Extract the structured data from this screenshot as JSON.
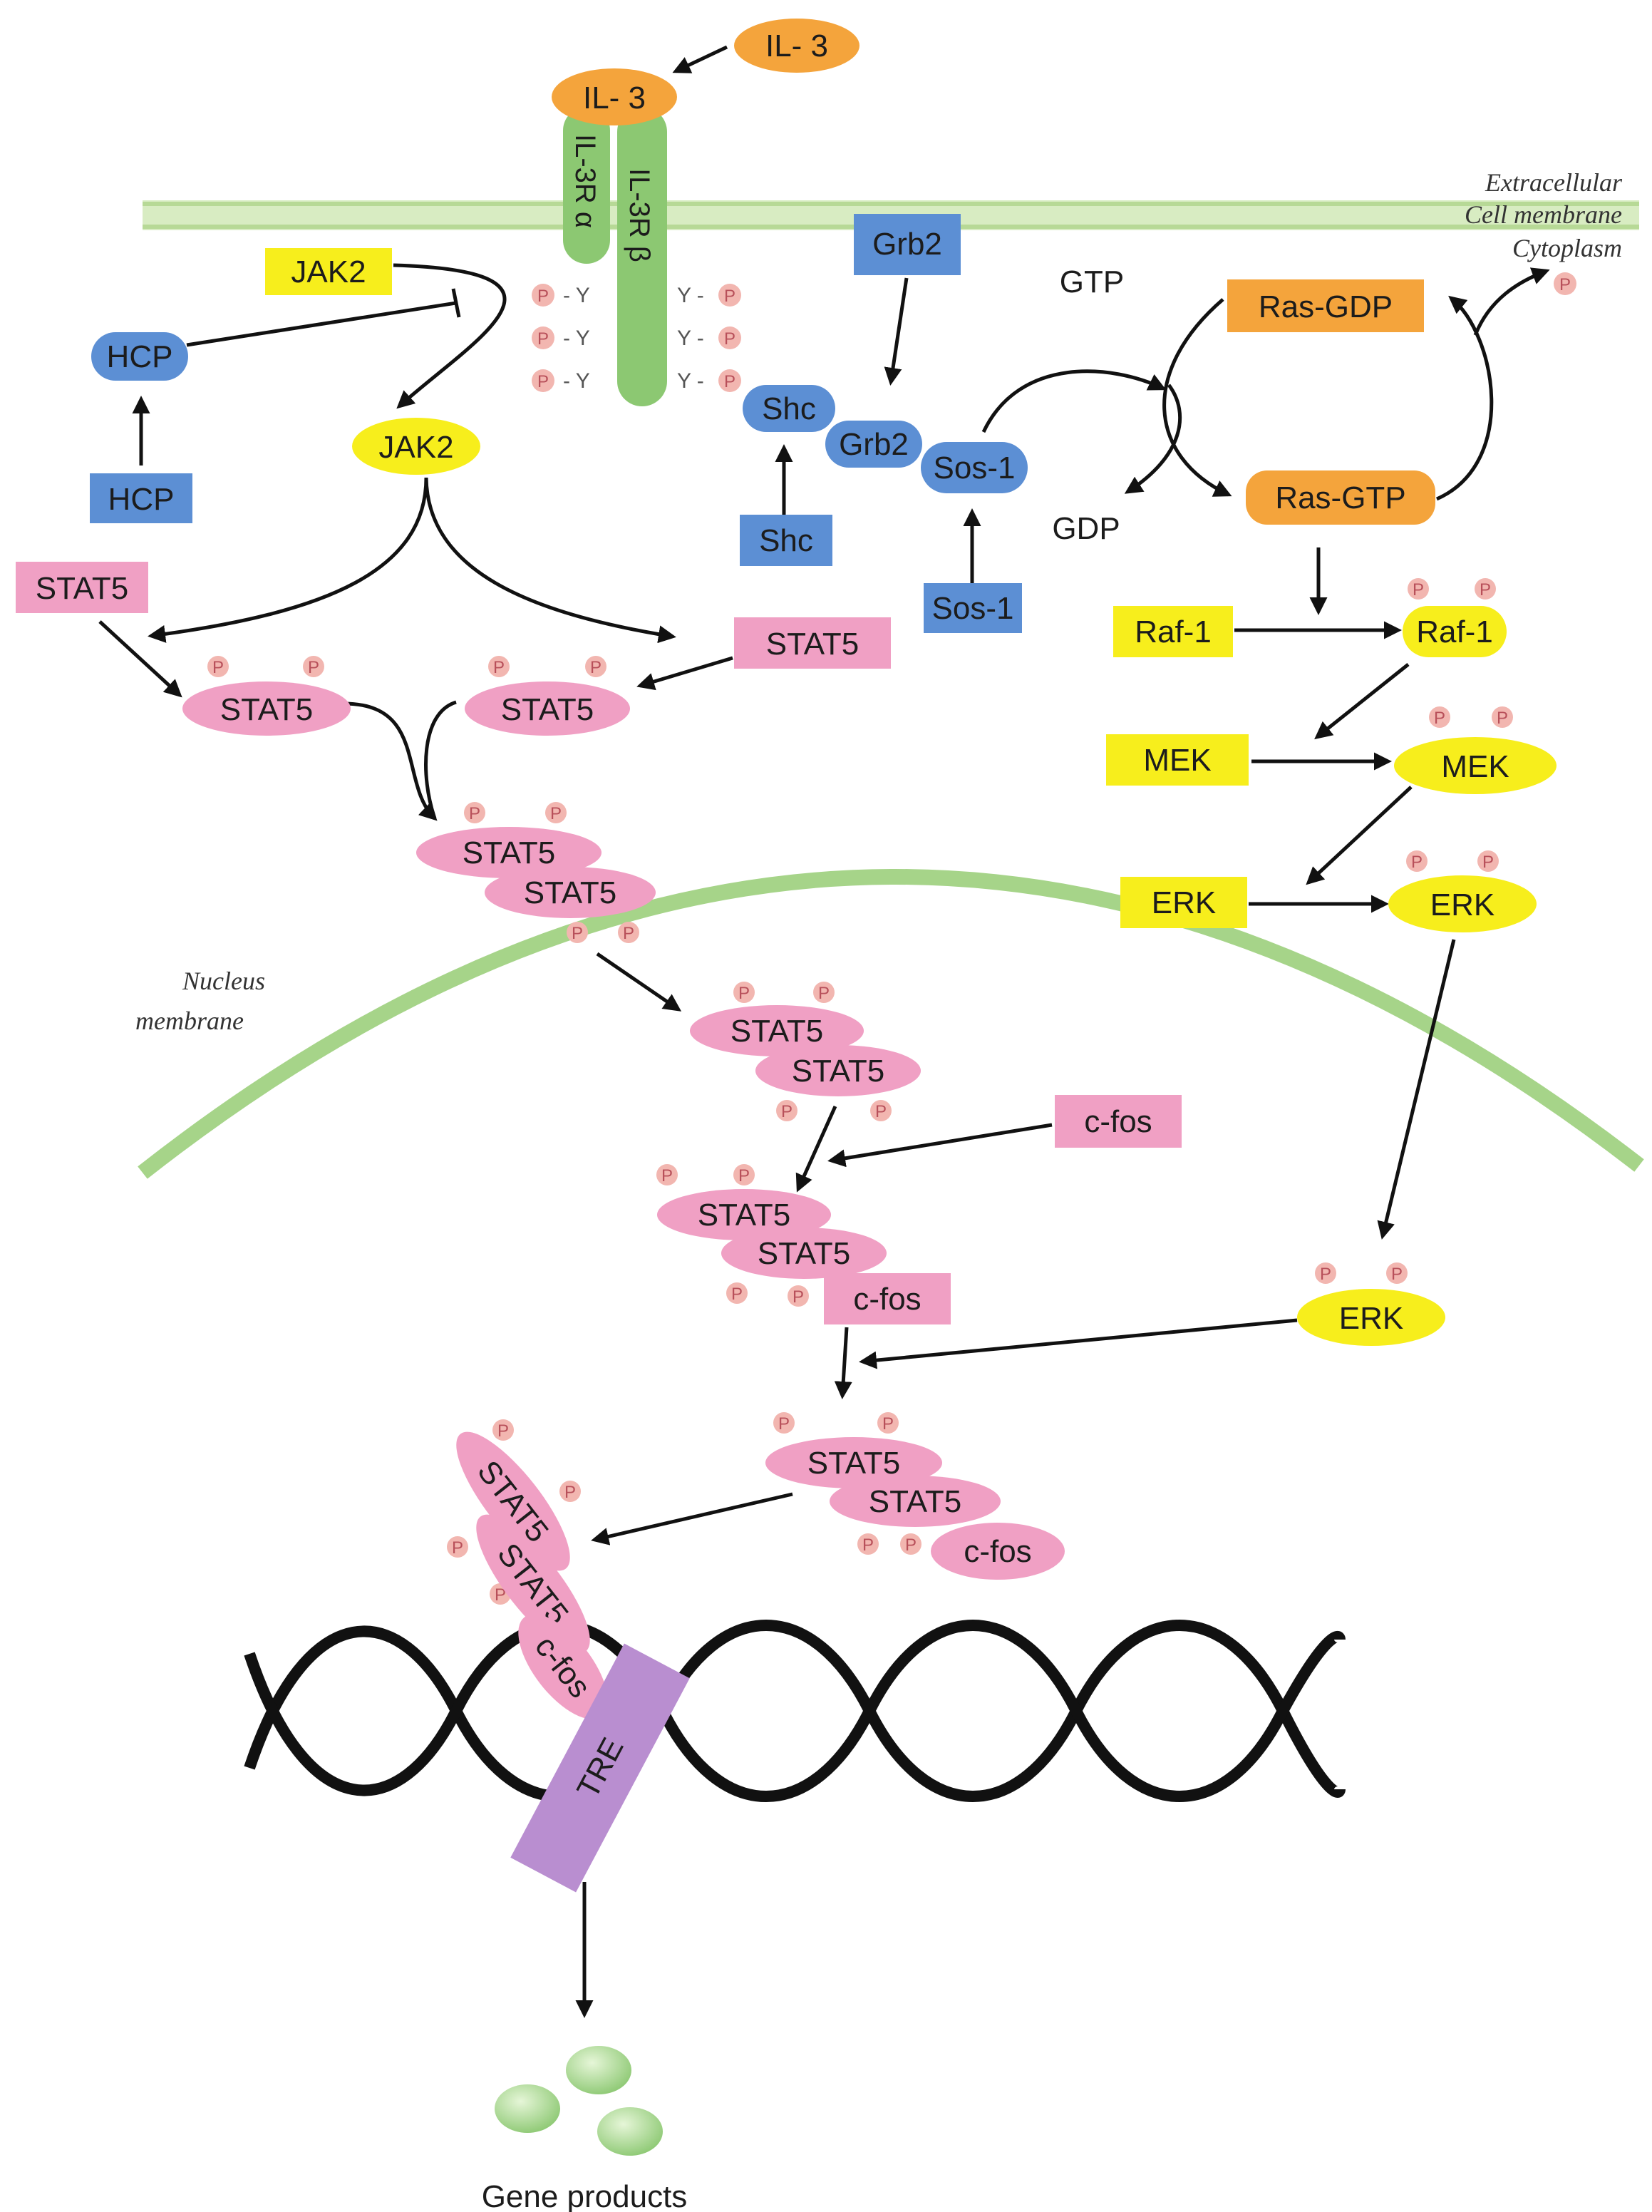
{
  "ligand": "IL- 3",
  "bound_ligand": "IL- 3",
  "receptor_alpha": "IL-3R α",
  "receptor_beta": "IL-3R β",
  "membrane_labels": {
    "extracellular": "Extracellular",
    "cell_membrane": "Cell membrane",
    "cytoplasm": "Cytoplasm",
    "nucleus": "Nucleus",
    "nucleus_membrane": "membrane"
  },
  "phospho": "P",
  "pY_left": "- Y",
  "pY_right": "Y -",
  "jak2_inactive": "JAK2",
  "jak2_active": "JAK2",
  "hcp_active": "HCP",
  "hcp_inactive": "HCP",
  "stat5": "STAT5",
  "grb2": "Grb2",
  "shc": "Shc",
  "sos1": "Sos-1",
  "gtp": "GTP",
  "gdp": "GDP",
  "ras_gdp": "Ras-GDP",
  "ras_gtp": "Ras-GTP",
  "raf1": "Raf-1",
  "mek": "MEK",
  "erk": "ERK",
  "cfos": "c-fos",
  "tre": "TRE",
  "gene_products": "Gene products",
  "colors": {
    "orange": "#f4a43c",
    "green": "#8cc872",
    "blue": "#5c8fd4",
    "yellow": "#f7ee1c",
    "pink": "#f0a0c4",
    "purple": "#b98ed0",
    "membrane": "#c5e2a8"
  }
}
